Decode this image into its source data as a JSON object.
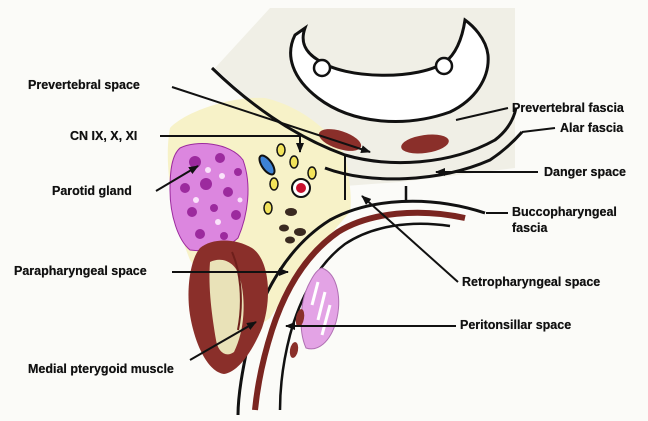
{
  "diagram": {
    "labels": {
      "prevertebral_space": "Prevertebral space",
      "cn": "CN IX, X, XI",
      "parotid_gland": "Parotid gland",
      "parapharyngeal_space": "Parapharyngeal space",
      "medial_pterygoid": "Medial pterygoid muscle",
      "prevertebral_fascia": "Prevertebral fascia",
      "alar_fascia": "Alar fascia",
      "danger_space": "Danger space",
      "buccopharyngeal_line1": "Buccopharyngeal",
      "buccopharyngeal_line2": "fascia",
      "retropharyngeal_space": "Retropharyngeal space",
      "peritonsillar_space": "Peritonsillar space"
    },
    "colors": {
      "parapharyngeal_fill": "#f7f2c8",
      "parotid_fill": "#dc86df",
      "parotid_spots": "#9c2a9e",
      "muscle_fill": "#8a2f2a",
      "muscle_dark": "#6e1f1b",
      "vertebra_band": "#f0efe6",
      "vessel_blue": "#3d82d6",
      "vessel_red": "#c8102e",
      "nerve_yellow": "#f2e35a",
      "lines": "#111111"
    }
  }
}
